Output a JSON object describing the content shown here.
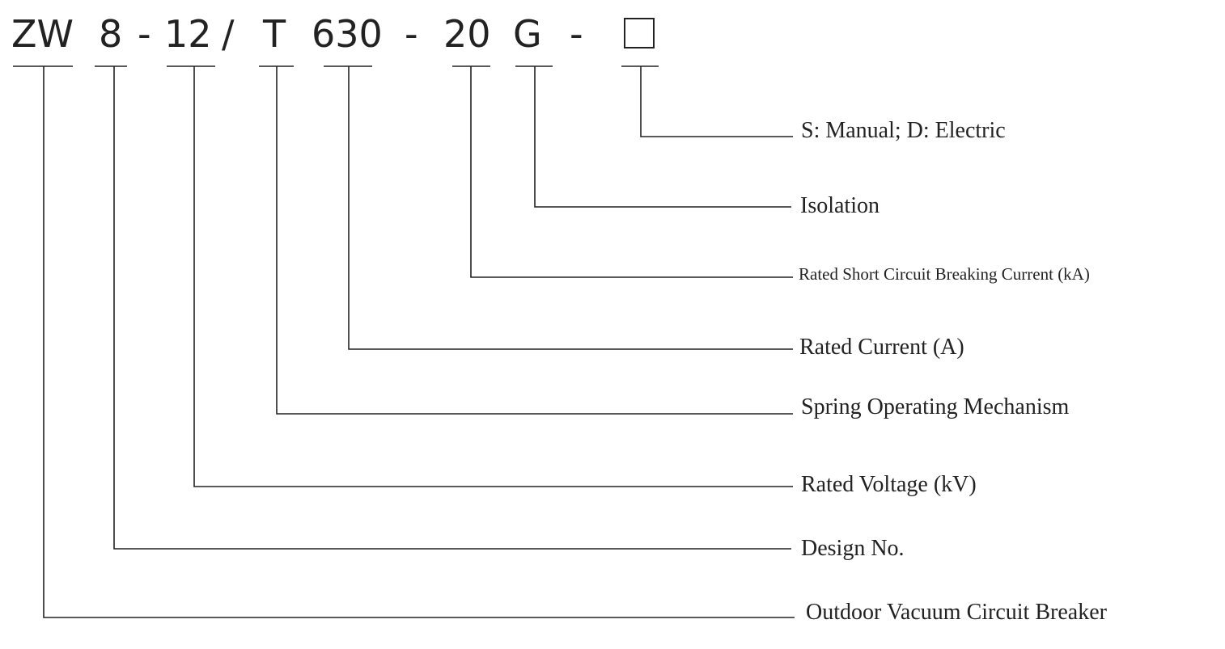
{
  "model_code": {
    "segments": [
      {
        "id": "type",
        "text": "ZW"
      },
      {
        "id": "design",
        "text": "8"
      },
      {
        "id": "dash1",
        "text": "-"
      },
      {
        "id": "voltage",
        "text": "12"
      },
      {
        "id": "slash",
        "text": "/"
      },
      {
        "id": "mechanism",
        "text": "T"
      },
      {
        "id": "current",
        "text": "630"
      },
      {
        "id": "dash2",
        "text": "-"
      },
      {
        "id": "breaking",
        "text": "20"
      },
      {
        "id": "isolation",
        "text": "G"
      },
      {
        "id": "dash3",
        "text": "-"
      },
      {
        "id": "operation",
        "text": "□"
      }
    ]
  },
  "descriptions": [
    {
      "id": "operation",
      "label": "S: Manual; D: Electric"
    },
    {
      "id": "isolation",
      "label": "Isolation"
    },
    {
      "id": "breaking",
      "label": "Rated Short Circuit Breaking Current (kA)"
    },
    {
      "id": "current",
      "label": "Rated Current (A)"
    },
    {
      "id": "mechanism",
      "label": "Spring Operating Mechanism"
    },
    {
      "id": "voltage",
      "label": "Rated Voltage (kV)"
    },
    {
      "id": "design",
      "label": "Design No."
    },
    {
      "id": "type",
      "label": "Outdoor Vacuum Circuit Breaker"
    }
  ]
}
